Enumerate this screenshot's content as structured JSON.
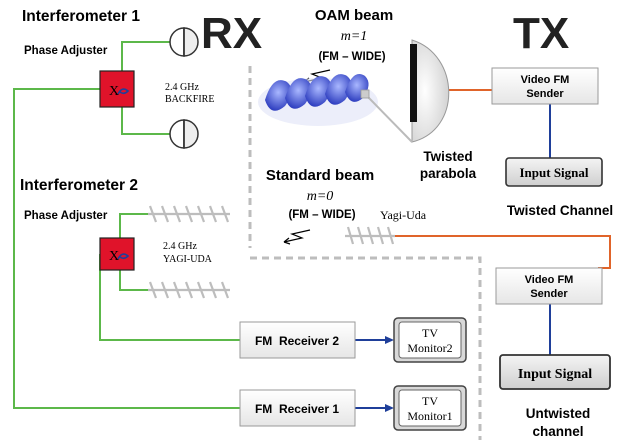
{
  "labels": {
    "interferometer1": "Interferometer 1",
    "interferometer2": "Interferometer 2",
    "phase_adjuster_1": "Phase Adjuster",
    "phase_adjuster_2": "Phase Adjuster",
    "rx": "RX",
    "tx": "TX",
    "oam_beam": "OAM beam",
    "oam_m": "m=1",
    "oam_mode": "(FM – WIDE)",
    "standard_beam": "Standard beam",
    "standard_m": "m=0",
    "standard_mode": "(FM – WIDE)",
    "backfire_freq": "2.4 GHz",
    "backfire": "BACKFIRE",
    "yagi_freq": "2.4 GHz",
    "yagi_upper": "YAGI-UDA",
    "yagi_uda": "Yagi-Uda",
    "twisted_line1": "Twisted",
    "twisted_line2": "parabola",
    "twisted_channel": "Twisted Channel",
    "untwisted_line1": "Untwisted",
    "untwisted_line2": "channel",
    "adjuster_mark_1": "X",
    "adjuster_mark_2": "X"
  },
  "boxes": {
    "video_sender_1": [
      "Video FM",
      "Sender"
    ],
    "input_signal_1": "Input Signal",
    "video_sender_2": [
      "Video FM",
      "Sender"
    ],
    "input_signal_2": "Input Signal",
    "fm_receiver_2": "FM  Receiver 2",
    "fm_receiver_1": "FM  Receiver 1",
    "tv_monitor_2": [
      "TV",
      "Monitor2"
    ],
    "tv_monitor_1": [
      "TV",
      "Monitor1"
    ]
  },
  "colors": {
    "green_wire": "#5cb84a",
    "orange_wire": "#e0642a",
    "blue_wire": "#1f3f9a",
    "red_box": "#e0132a",
    "dashed": "#bdbdbd"
  }
}
